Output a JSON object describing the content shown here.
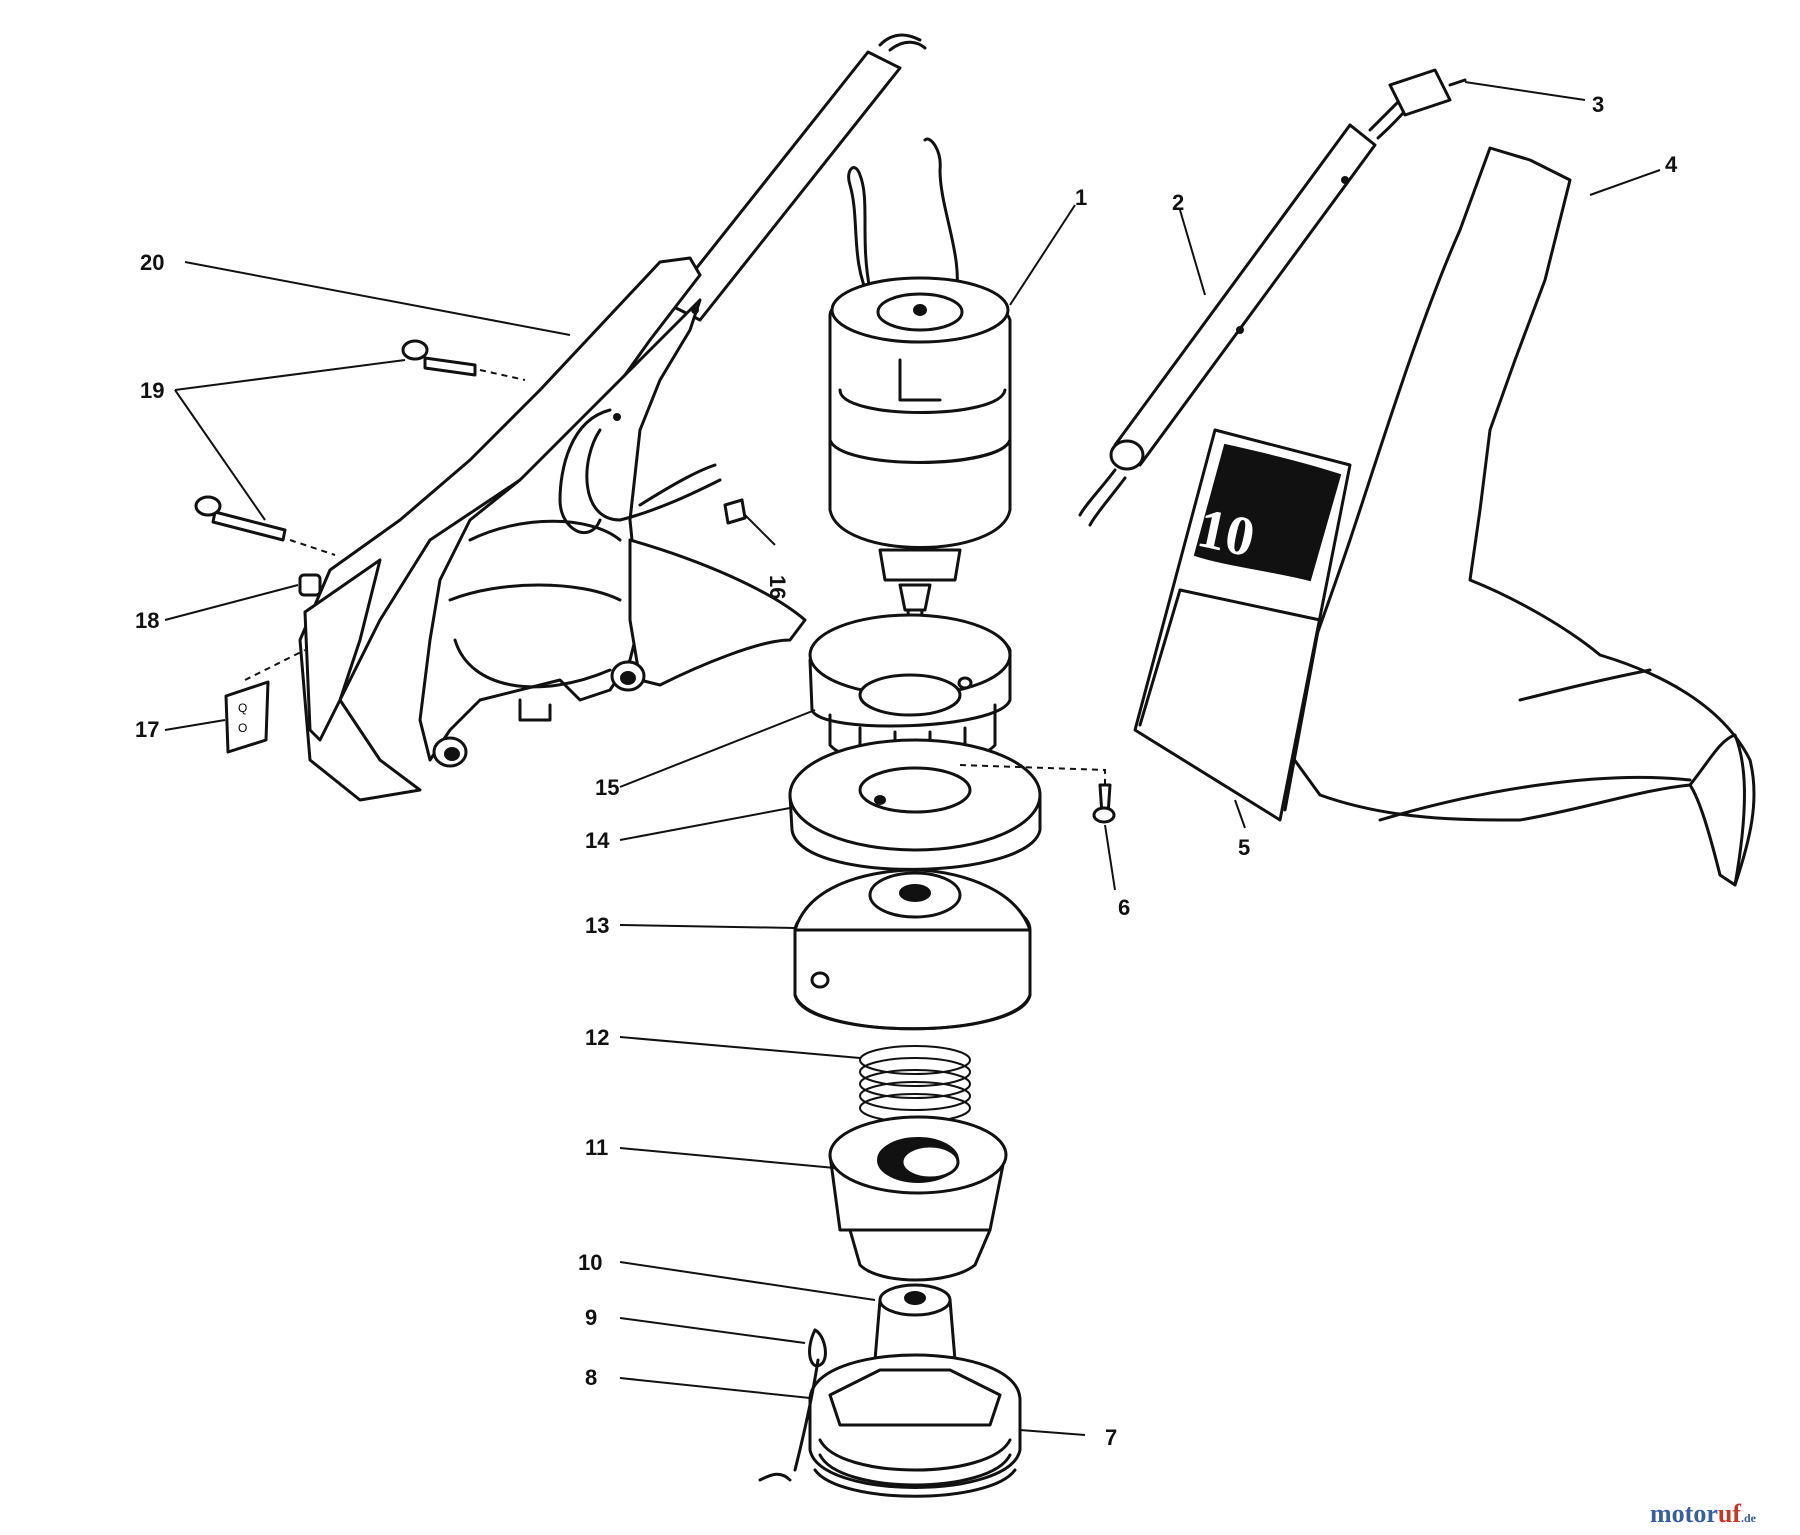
{
  "labels": [
    {
      "id": "1",
      "text": "1"
    },
    {
      "id": "2",
      "text": "2"
    },
    {
      "id": "3",
      "text": "3"
    },
    {
      "id": "4",
      "text": "4"
    },
    {
      "id": "5",
      "text": "5"
    },
    {
      "id": "6",
      "text": "6"
    },
    {
      "id": "7",
      "text": "7"
    },
    {
      "id": "8",
      "text": "8"
    },
    {
      "id": "9",
      "text": "9"
    },
    {
      "id": "10",
      "text": "10"
    },
    {
      "id": "11",
      "text": "11"
    },
    {
      "id": "12",
      "text": "12"
    },
    {
      "id": "13",
      "text": "13"
    },
    {
      "id": "14",
      "text": "14"
    },
    {
      "id": "15",
      "text": "15"
    },
    {
      "id": "16",
      "text": "16"
    },
    {
      "id": "17",
      "text": "17"
    },
    {
      "id": "18",
      "text": "18"
    },
    {
      "id": "19",
      "text": "19"
    },
    {
      "id": "20",
      "text": "20"
    }
  ],
  "decal_text": "10",
  "watermark": {
    "part1": "motor",
    "part2": "uf",
    "suffix": ".de"
  }
}
